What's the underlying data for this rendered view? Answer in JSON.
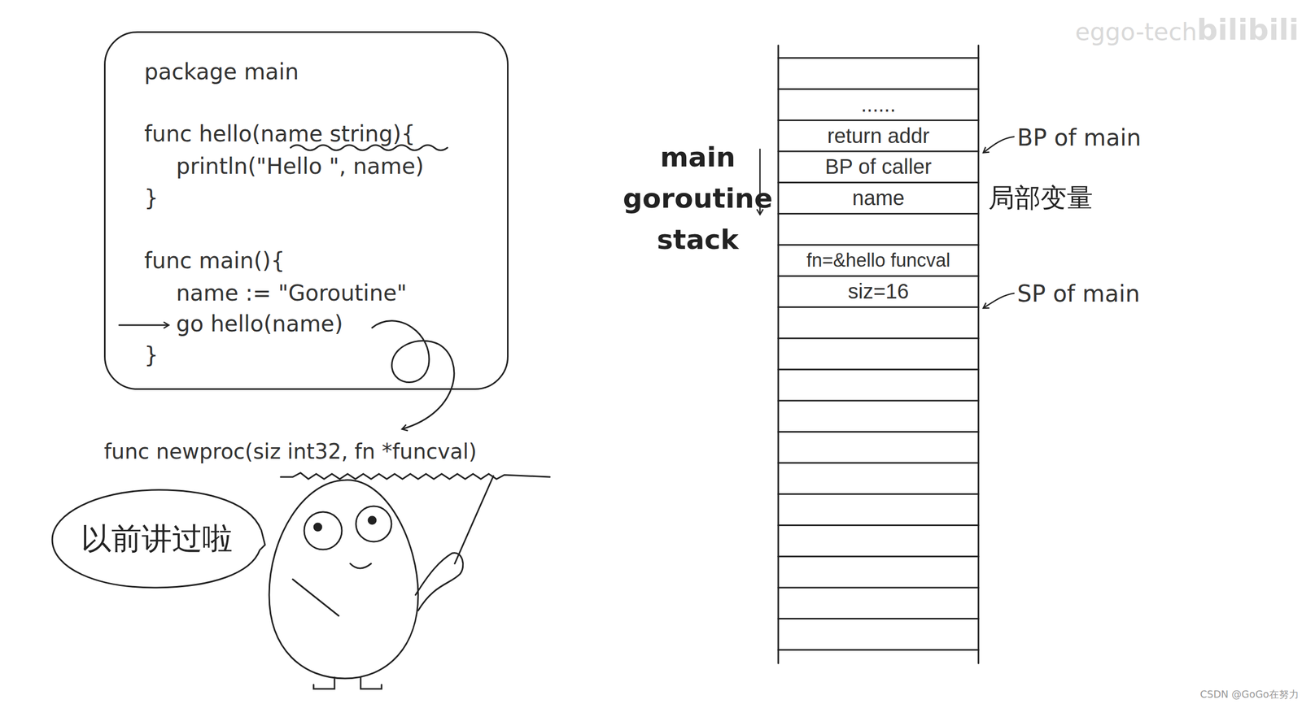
{
  "diagram": {
    "nodes": [
      {
        "text": [
          "package main",
          "func hello(name string){",
          "println(\"Hello \", name)",
          "}",
          "func main(){",
          "name := \"Goroutine\"",
          "go hello(name)",
          "}"
        ]
      },
      {
        "text": [
          "以前讲过啦"
        ]
      },
      {
        "text": [
          "......"
        ]
      },
      {
        "text": [
          "return addr"
        ]
      },
      {
        "text": [
          "BP of caller"
        ]
      },
      {
        "text": [
          "name"
        ]
      },
      {
        "text": [
          "fn=&hello funcval"
        ]
      },
      {
        "text": [
          "siz=16"
        ]
      }
    ],
    "labels": [
      "func newproc(siz int32, fn *funcval)",
      "main goroutine stack",
      "BP of main",
      "局部变量",
      "SP of main",
      "eggo-tech",
      "bilibili",
      "CSDN @GoGo在努力"
    ]
  }
}
